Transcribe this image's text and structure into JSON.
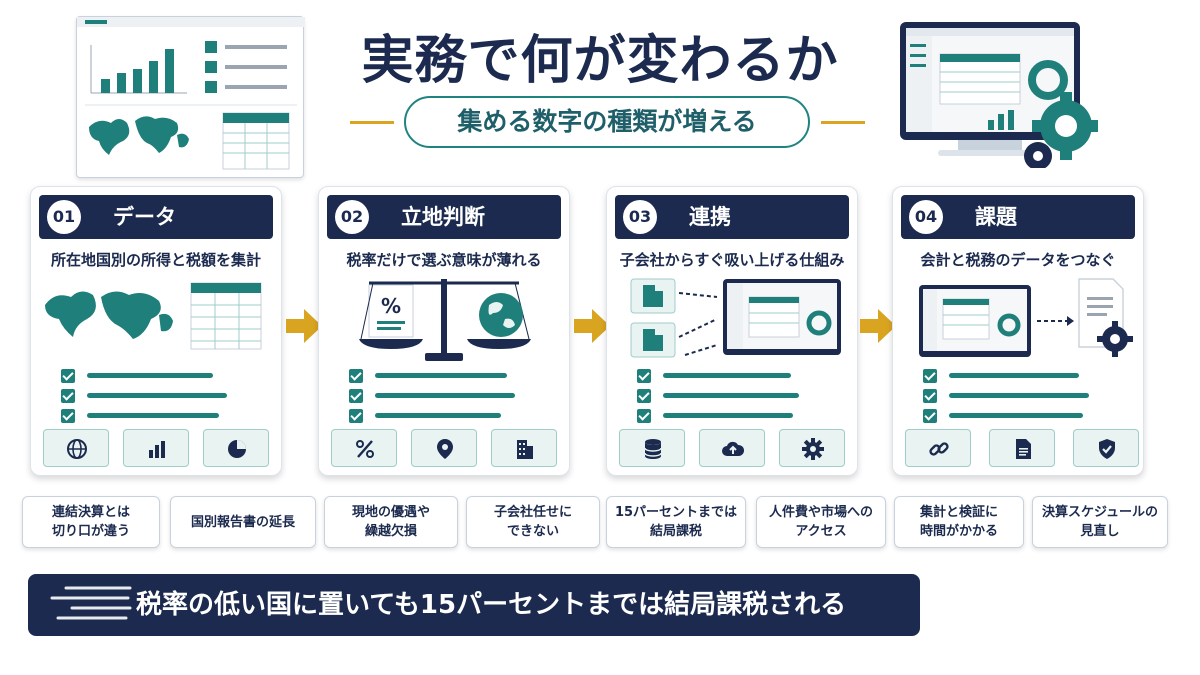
{
  "header": {
    "title": "実務で何が変わるか",
    "subtitle": "集める数字の種類が増える"
  },
  "colors": {
    "navy": "#1b2a4e",
    "teal": "#1f7f7a",
    "gold": "#d9a521",
    "light_teal": "#e8f3f2"
  },
  "cards": [
    {
      "number": "01",
      "title": "データ",
      "description": "所在地国別の所得と税額を集計",
      "icons": [
        "globe-icon",
        "bar-chart-icon",
        "pie-chart-icon"
      ]
    },
    {
      "number": "02",
      "title": "立地判断",
      "description": "税率だけで選ぶ意味が薄れる",
      "illustration_label": "%",
      "icons": [
        "percent-icon",
        "location-pin-icon",
        "building-icon"
      ],
      "percent_symbol": "%"
    },
    {
      "number": "03",
      "title": "連携",
      "description": "子会社からすぐ吸い上げる仕組み",
      "icons": [
        "database-icon",
        "cloud-upload-icon",
        "gear-icon"
      ]
    },
    {
      "number": "04",
      "title": "課題",
      "description": "会計と税務のデータをつなぐ",
      "icons": [
        "link-icon",
        "document-icon",
        "shield-check-icon"
      ]
    }
  ],
  "tags": [
    "連結決算とは\n切り口が違う",
    "国別報告書の延長",
    "現地の優遇や\n繰越欠損",
    "子会社任せに\nできない",
    "15パーセントまでは\n結局課税",
    "人件費や市場への\nアクセス",
    "集計と検証に\n時間がかかる",
    "決算スケジュールの\n見直し"
  ],
  "banner": {
    "text": "税率の低い国に置いても15パーセントまでは結局課税される"
  }
}
